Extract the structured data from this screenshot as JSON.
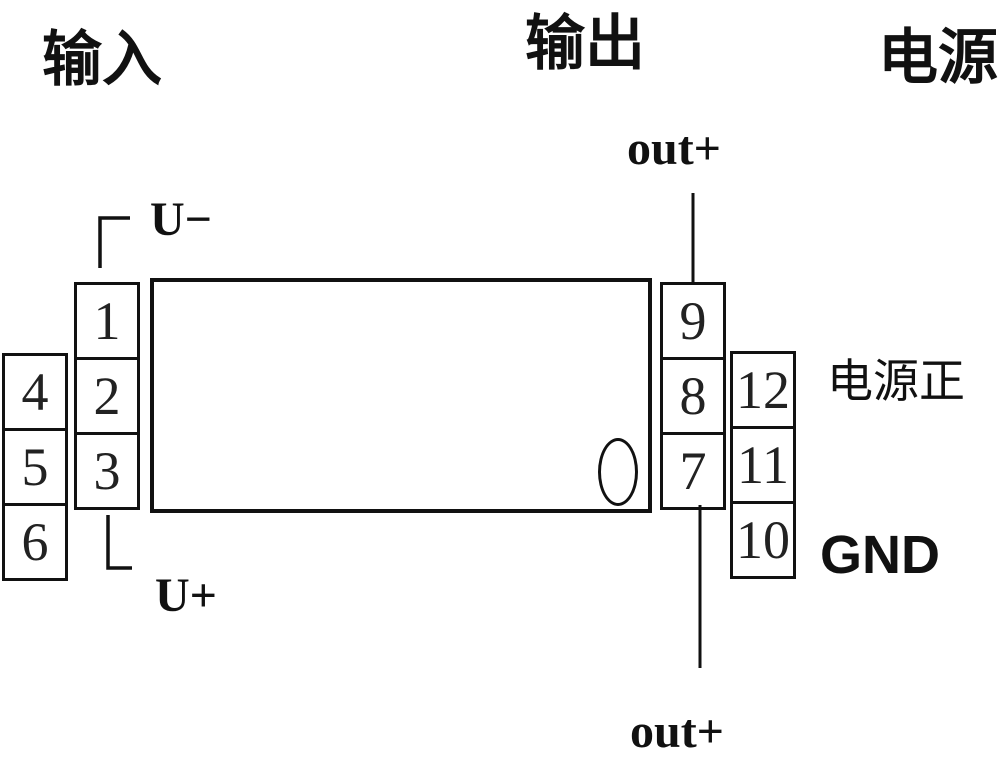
{
  "headers": {
    "input": "输入",
    "output": "输出",
    "power": "电源"
  },
  "signals": {
    "u_minus": "U−",
    "u_plus": "U+",
    "out_top": "out+",
    "out_bottom": "out+",
    "power_positive": "电源正",
    "gnd": "GND"
  },
  "pins": {
    "p1": "1",
    "p2": "2",
    "p3": "3",
    "p4": "4",
    "p5": "5",
    "p6": "6",
    "p7": "7",
    "p8": "8",
    "p9": "9",
    "p10": "10",
    "p11": "11",
    "p12": "12"
  }
}
